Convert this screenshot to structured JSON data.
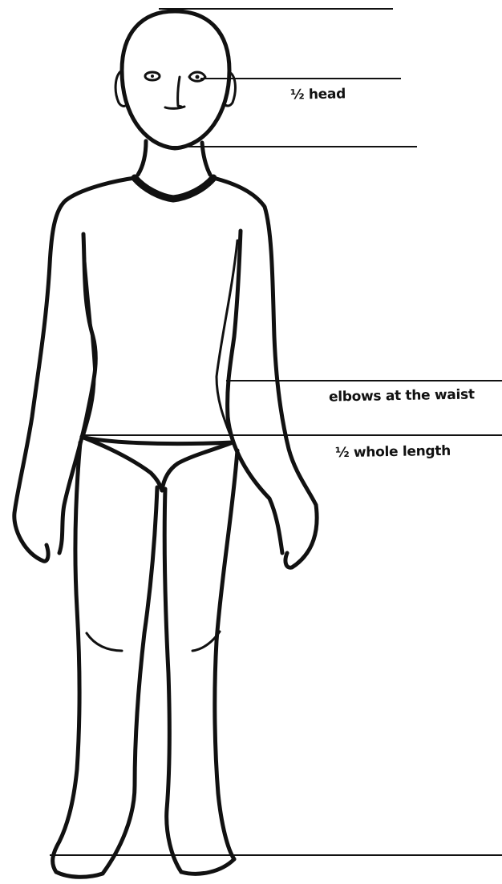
{
  "labels": {
    "half_head": "½ head",
    "elbows_waist": "elbows at the waist",
    "half_length": "½ whole length"
  },
  "colors": {
    "ink": "#111111",
    "paper": "#ffffff"
  }
}
